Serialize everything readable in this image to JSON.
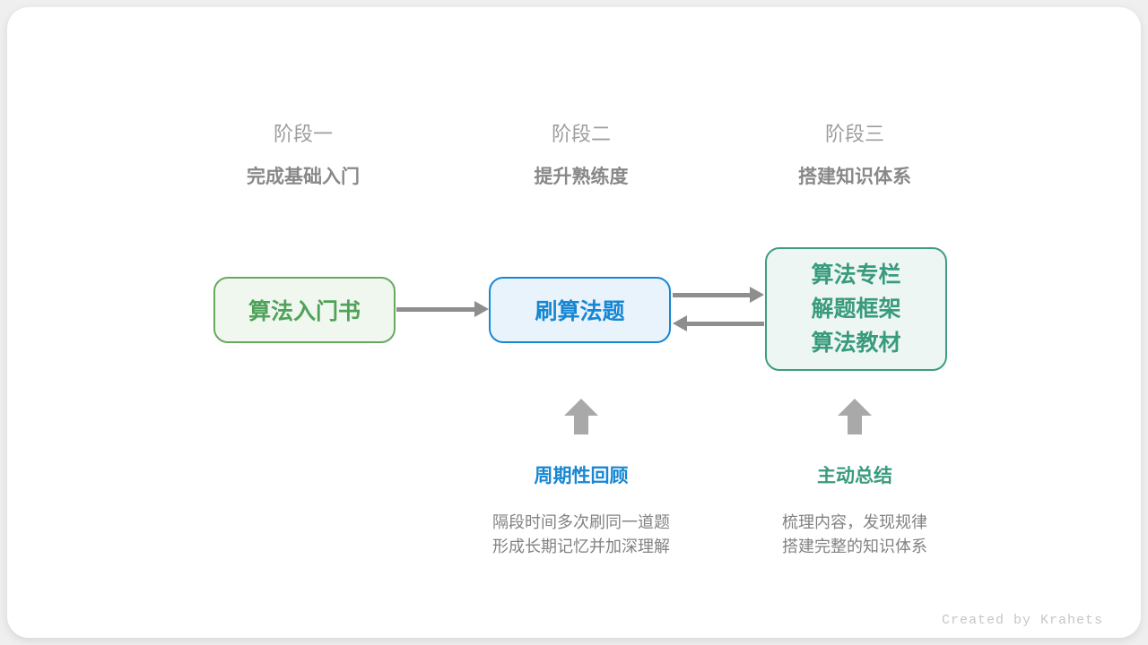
{
  "stages": [
    {
      "label": "阶段一",
      "subtitle": "完成基础入门"
    },
    {
      "label": "阶段二",
      "subtitle": "提升熟练度"
    },
    {
      "label": "阶段三",
      "subtitle": "搭建知识体系"
    }
  ],
  "boxes": {
    "beginner_book": {
      "label": "算法入门书"
    },
    "practice": {
      "label": "刷算法题"
    },
    "resources": {
      "lines": [
        "算法专栏",
        "解题框架",
        "算法教材"
      ]
    }
  },
  "annotations": {
    "review": {
      "title": "周期性回顾",
      "desc1": "隔段时间多次刷同一道题",
      "desc2": "形成长期记忆并加深理解"
    },
    "summary": {
      "title": "主动总结",
      "desc1": "梳理内容，发现规律",
      "desc2": "搭建完整的知识体系"
    }
  },
  "footer": {
    "credit": "Created by Krahets"
  },
  "colors": {
    "green_border": "#68a95f",
    "green_fill": "#f0f7ee",
    "green_text": "#4fa25a",
    "blue_accent": "#1787d3",
    "blue_fill": "#e9f3fc",
    "teal_border": "#3d9c83",
    "teal_fill": "#edf6f2",
    "teal_text": "#399b7e",
    "arrow_gray": "#8e8e8e",
    "block_arrow_gray": "#a9a9a9",
    "stage_label_gray": "#9d9d9d",
    "stage_subtitle_gray": "#888888",
    "desc_gray": "#828282",
    "credit_gray": "#c6c6c6"
  }
}
